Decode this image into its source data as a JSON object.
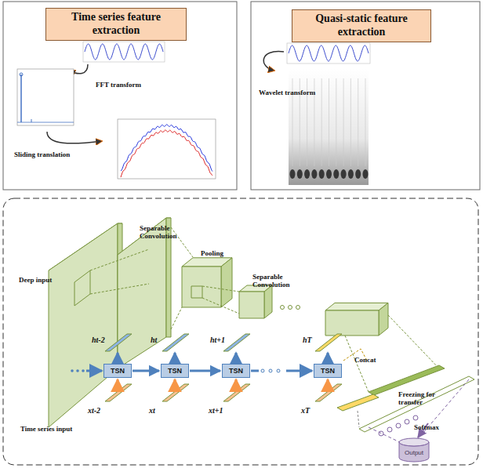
{
  "diagram": {
    "nodes": [
      {
        "text": [
          "Time series feature extraction"
        ]
      },
      {
        "text": [
          "Quasi-static feature extraction"
        ]
      },
      {
        "text": [
          "TSN"
        ]
      },
      {
        "text": [
          "TSN"
        ]
      },
      {
        "text": [
          "TSN"
        ]
      },
      {
        "text": [
          "TSN"
        ]
      },
      {
        "text": [
          "Output"
        ]
      }
    ],
    "edges": [
      {
        "from": 2,
        "to": 3,
        "arrow": "to"
      },
      {
        "from": 3,
        "to": 4,
        "arrow": "to"
      }
    ],
    "labels": [
      "FFT transform",
      "Sliding translation",
      "Wavelet transform",
      "Deep input",
      "Separable Convolution",
      "Pooling",
      "Separable Convolution",
      "Concat",
      "Freezing for transfer",
      "Softmax",
      "Time series input",
      "ht-2",
      "ht",
      "ht+1",
      "hT",
      "xt-2",
      "xt",
      "xt+1",
      "xT"
    ]
  }
}
